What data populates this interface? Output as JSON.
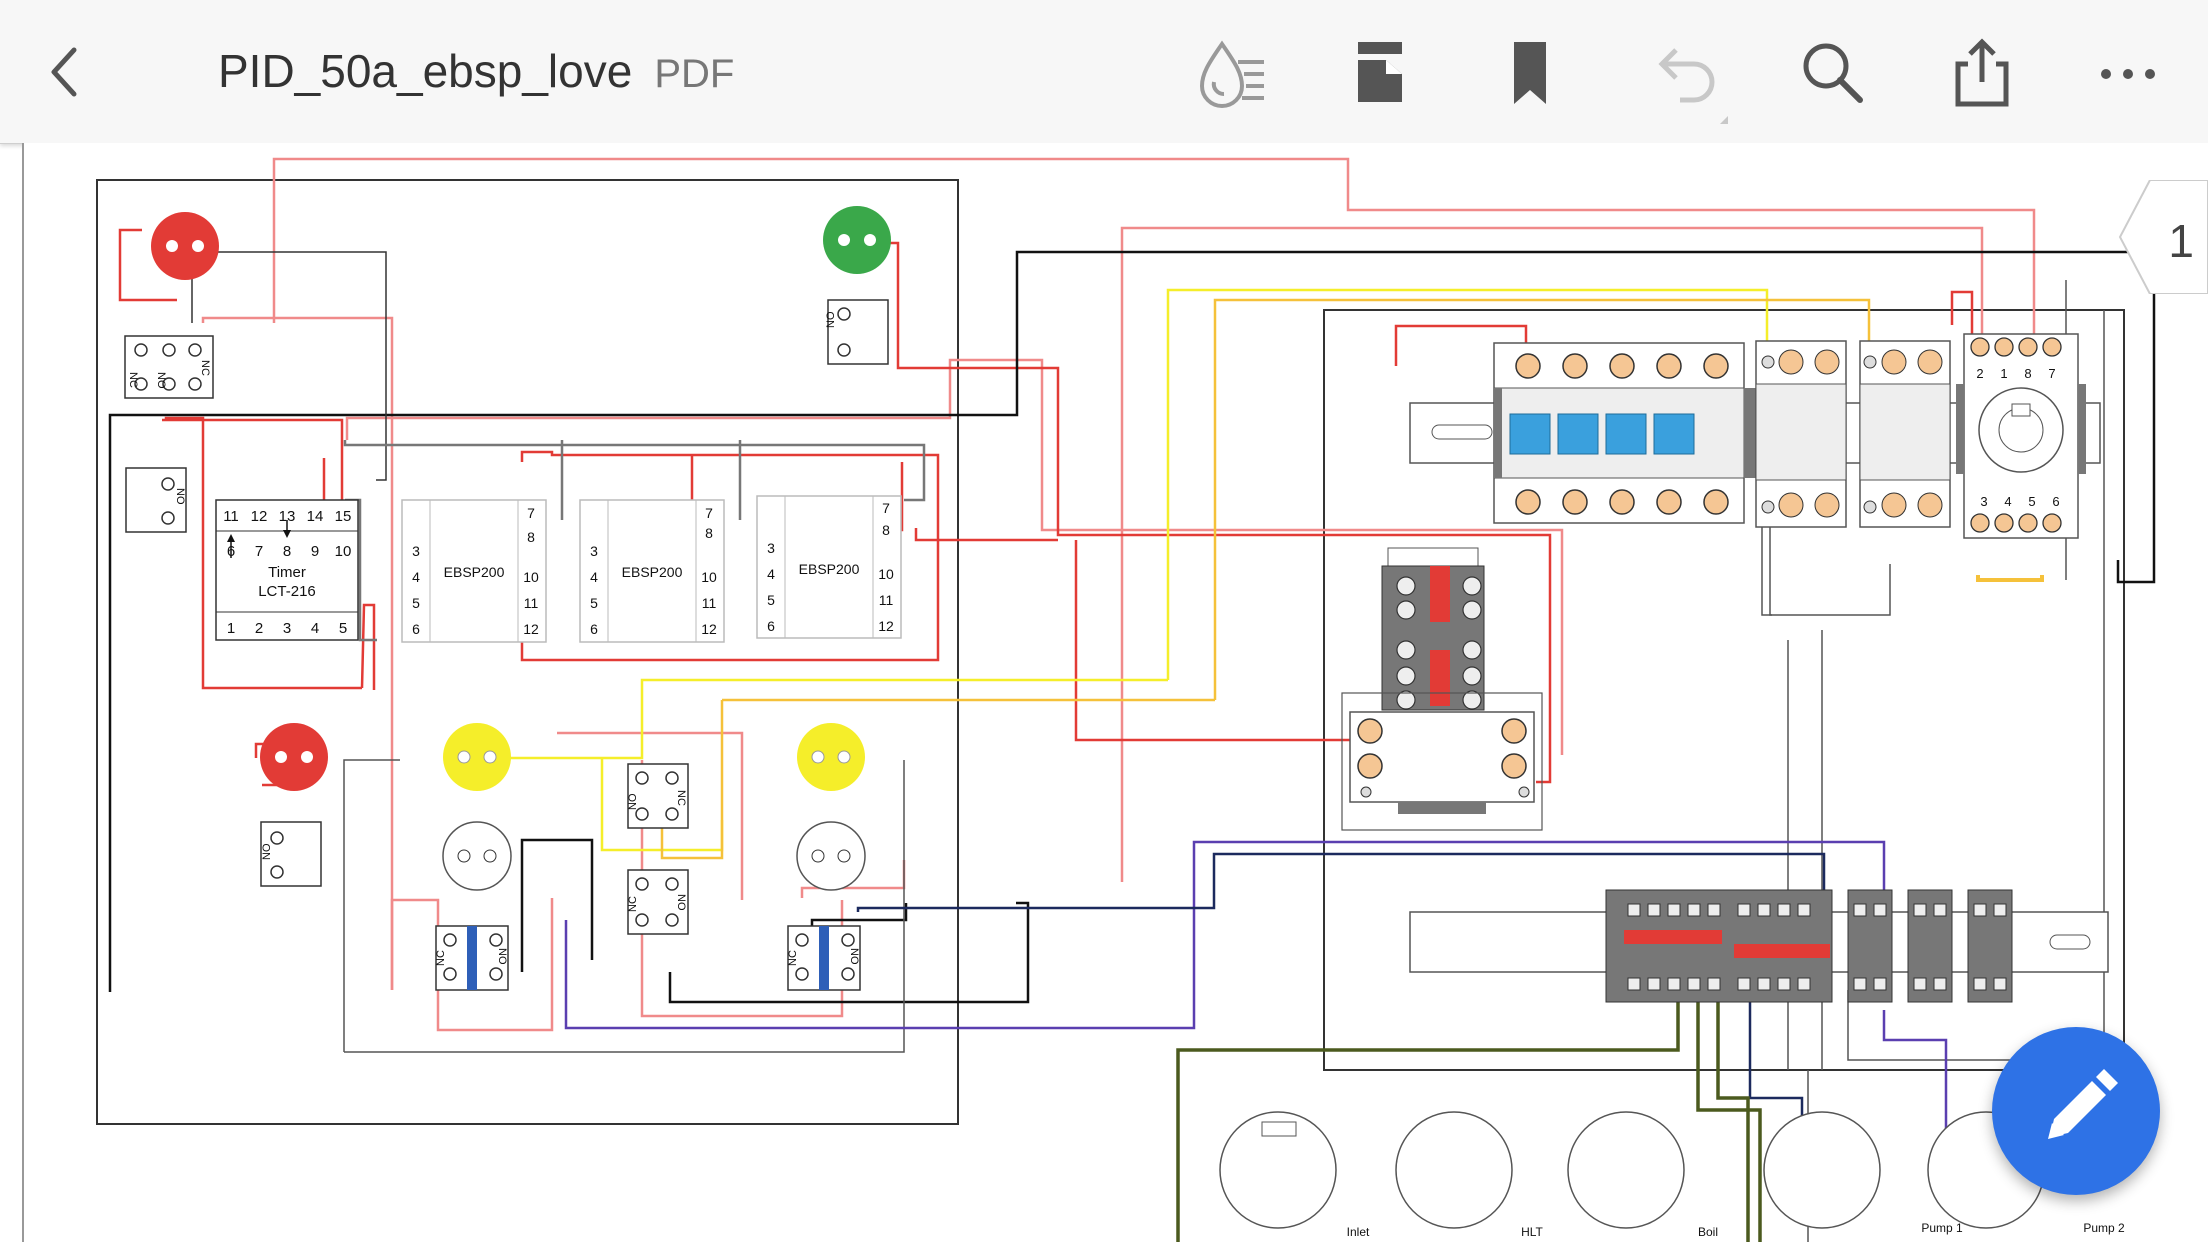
{
  "toolbar": {
    "document_title": "PID_50a_ebsp_love",
    "document_type": "PDF",
    "icons": [
      "back-chevron-icon",
      "liquid-mode-icon",
      "page-layout-icon",
      "bookmark-icon",
      "undo-icon",
      "search-icon",
      "share-icon",
      "more-icon"
    ]
  },
  "page_indicator": "1",
  "fab_icon": "pencil-icon",
  "diagram": {
    "timer_label_1": "Timer",
    "timer_label_2": "LCT-216",
    "timer_top_terminals": [
      "11",
      "12",
      "13",
      "14",
      "15"
    ],
    "timer_mid_terminals": [
      "6",
      "7",
      "8",
      "9",
      "10"
    ],
    "timer_bottom_terminals": [
      "1",
      "2",
      "3",
      "4",
      "5"
    ],
    "ebsp_label": "EBSP200",
    "ebsp_left_terminals": [
      "3",
      "4",
      "5",
      "6"
    ],
    "ebsp_right_terminals": [
      "7",
      "8",
      "10",
      "11",
      "12"
    ],
    "relay_top_terminals": [
      "2",
      "1",
      "8",
      "7"
    ],
    "relay_bottom_terminals": [
      "3",
      "4",
      "5",
      "6"
    ],
    "switch_no": "NO",
    "switch_nc": "NC",
    "outlet_labels": [
      "Inlet",
      "HLT",
      "Boil",
      "Pump 1",
      "Pump 2"
    ]
  },
  "colors": {
    "red": "#e23b36",
    "pink": "#f08a8a",
    "green": "#3aa84a",
    "yellow": "#f5ee2a",
    "gold": "#f5c13a",
    "purple": "#5a3fb0",
    "navy": "#1c2a5e",
    "olive": "#4b5a1e",
    "blue_breaker": "#3aa0dd",
    "fab": "#2e72e6"
  }
}
